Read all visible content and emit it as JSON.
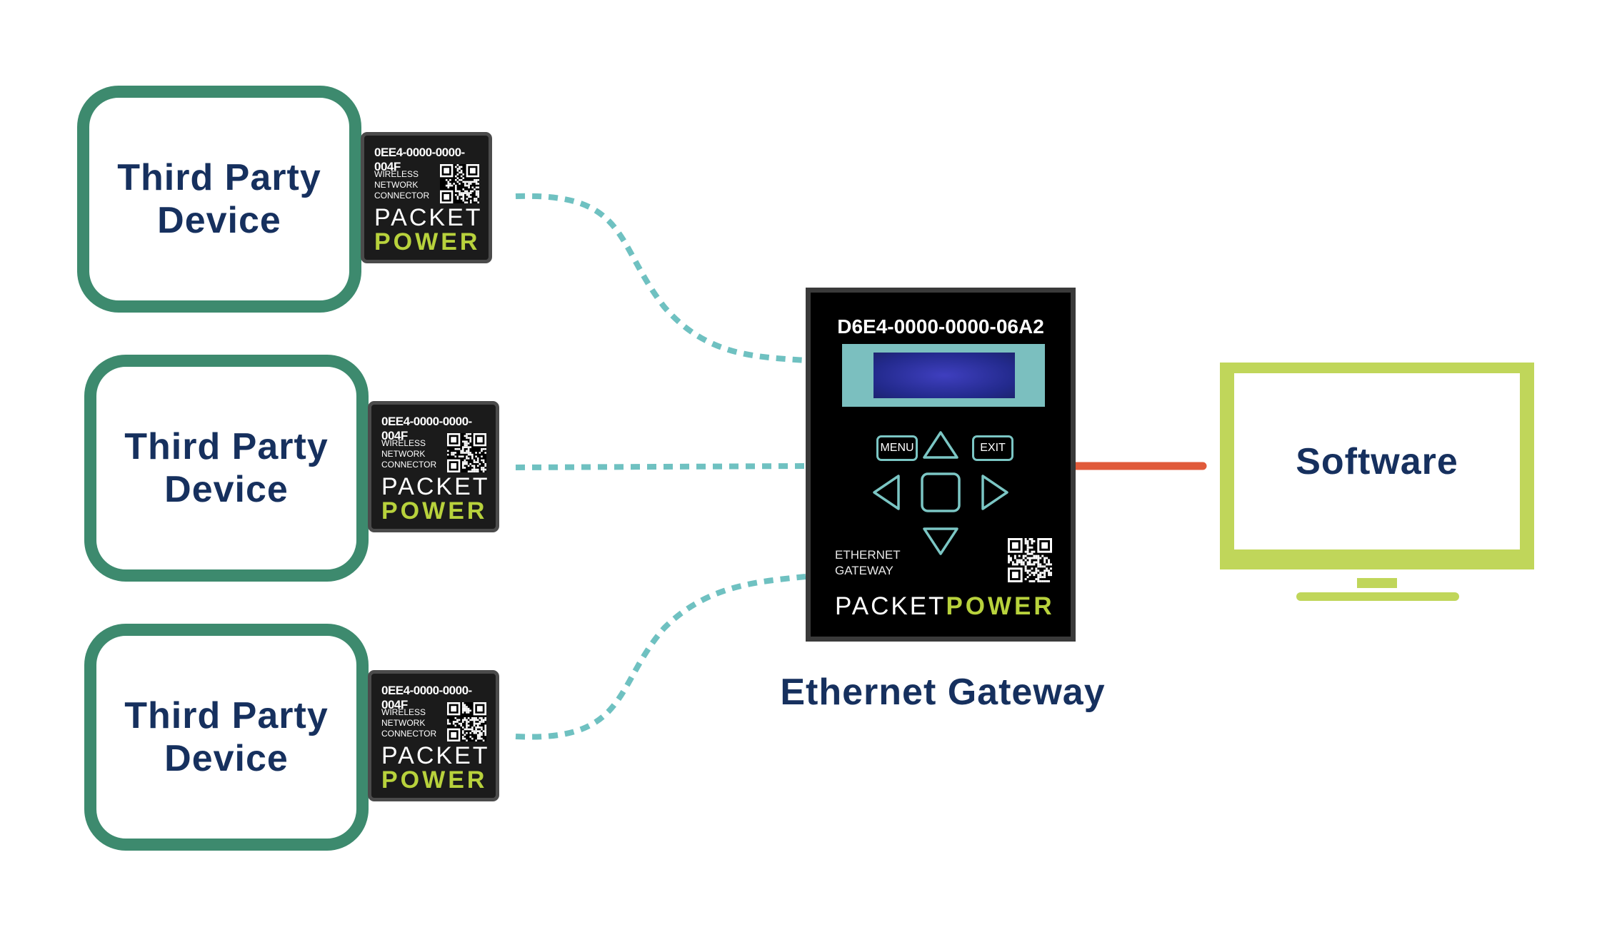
{
  "third_party_devices": [
    {
      "label_line1": "Third Party",
      "label_line2": "Device"
    },
    {
      "label_line1": "Third Party",
      "label_line2": "Device"
    },
    {
      "label_line1": "Third Party",
      "label_line2": "Device"
    }
  ],
  "connectors": [
    {
      "id": "0EE4-0000-0000-004F",
      "type_line1": "WIRELESS",
      "type_line2": "NETWORK",
      "type_line3": "CONNECTOR",
      "brand_top": "PACKET",
      "brand_bottom": "POWER"
    },
    {
      "id": "0EE4-0000-0000-004F",
      "type_line1": "WIRELESS",
      "type_line2": "NETWORK",
      "type_line3": "CONNECTOR",
      "brand_top": "PACKET",
      "brand_bottom": "POWER"
    },
    {
      "id": "0EE4-0000-0000-004F",
      "type_line1": "WIRELESS",
      "type_line2": "NETWORK",
      "type_line3": "CONNECTOR",
      "brand_top": "PACKET",
      "brand_bottom": "POWER"
    }
  ],
  "gateway": {
    "id": "D6E4-0000-0000-06A2",
    "menu_label": "MENU",
    "exit_label": "EXIT",
    "type_line1": "ETHERNET",
    "type_line2": "GATEWAY",
    "brand_left": "PACKET",
    "brand_right": "POWER",
    "caption": "Ethernet Gateway"
  },
  "software": {
    "label": "Software"
  },
  "colors": {
    "device_border": "#3d8a6e",
    "label_text": "#16305e",
    "wireless_link": "#6fc1c1",
    "wired_link": "#e05a3a",
    "brand_green": "#b8d23c",
    "monitor": "#c0d65a"
  }
}
